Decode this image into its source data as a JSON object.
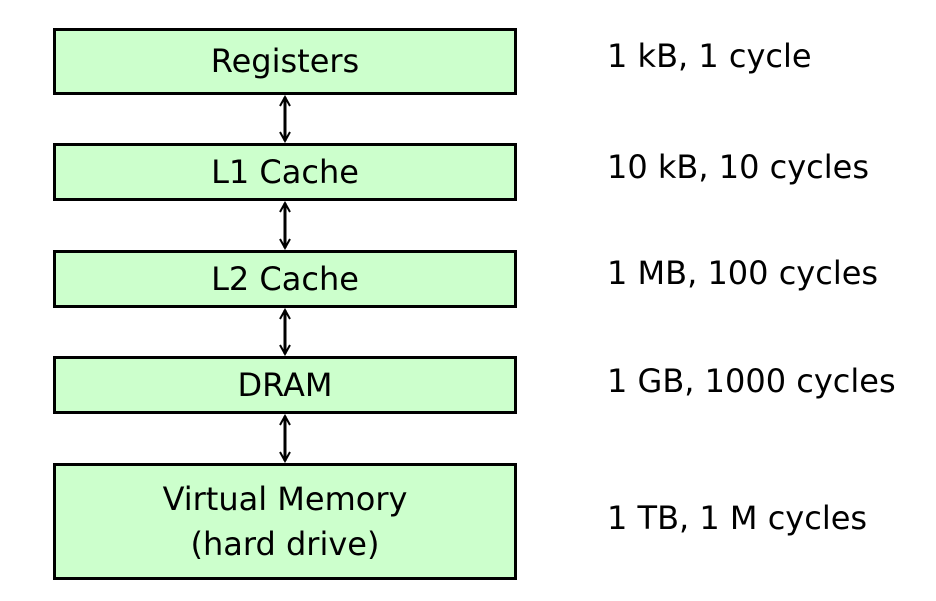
{
  "hierarchy": {
    "levels": [
      {
        "label_lines": [
          "Registers"
        ],
        "spec": "1 kB, 1 cycle"
      },
      {
        "label_lines": [
          "L1 Cache"
        ],
        "spec": "10 kB, 10 cycles"
      },
      {
        "label_lines": [
          "L2 Cache"
        ],
        "spec": "1 MB, 100 cycles"
      },
      {
        "label_lines": [
          "DRAM"
        ],
        "spec": "1 GB, 1000 cycles"
      },
      {
        "label_lines": [
          "Virtual Memory",
          "(hard drive)"
        ],
        "spec": "1 TB, 1 M cycles"
      }
    ]
  },
  "colors": {
    "box_fill": "#ccffcc",
    "box_stroke": "#000000",
    "text": "#000000"
  },
  "icons": {
    "connector": "double-headed-arrow-icon"
  }
}
